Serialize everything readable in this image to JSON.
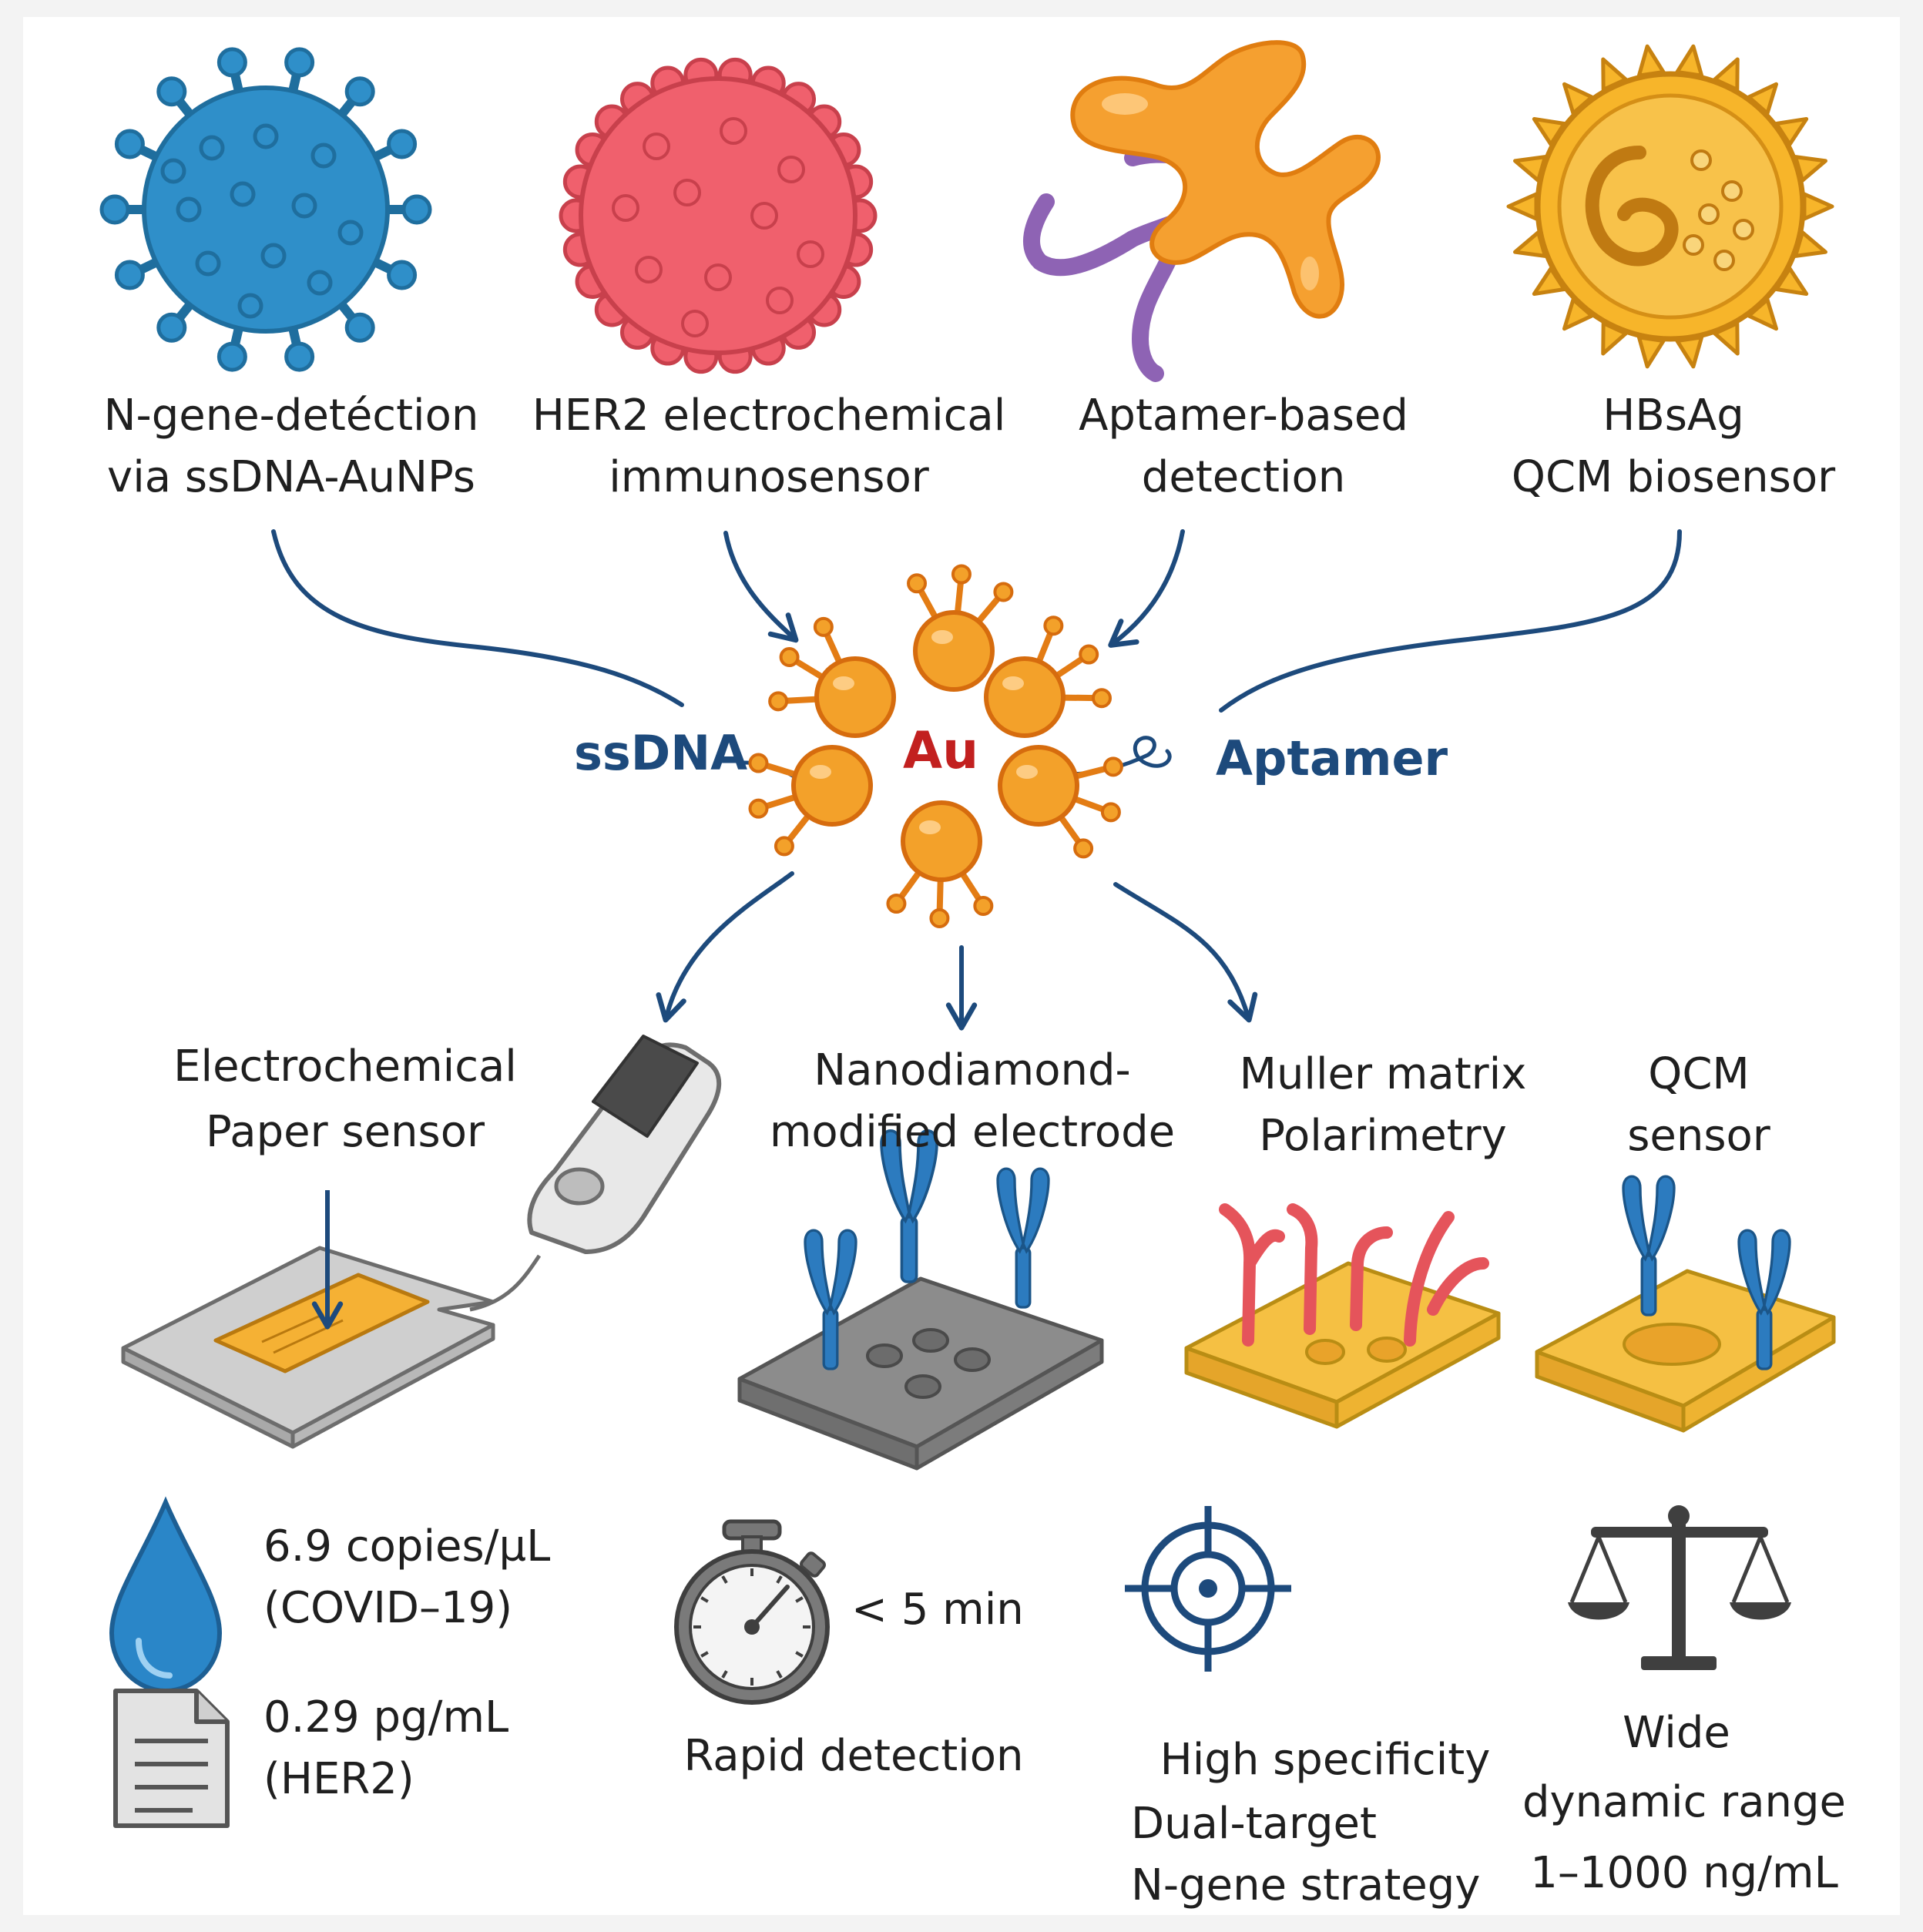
{
  "colors": {
    "virus_blue": "#2f8fc9",
    "virus_pink": "#f0606d",
    "aptamer_orange": "#f5a030",
    "hbsag_gold": "#f7b52a",
    "gold_particle": "#f3a12a",
    "arrow_navy": "#1d4a7c",
    "antibody_blue": "#2c7bbf",
    "substrate_gold": "#f5c043",
    "substrate_gray": "#8c8c8c"
  },
  "top": {
    "items": [
      {
        "line1": "N-gene-detéction",
        "line2": "via ssDNA-AuNPs",
        "icon": "coronavirus-icon"
      },
      {
        "line1": "HER2 electrochemical",
        "line2": "immunosensor",
        "icon": "her2-cell-icon"
      },
      {
        "line1": "Aptamer-based",
        "line2": "detection",
        "icon": "aptamer-molecule-icon"
      },
      {
        "line1": "HBsAg",
        "line2": "QCM biosensor",
        "icon": "hbsag-virus-icon"
      }
    ]
  },
  "center": {
    "au_label": "Au",
    "left_label": "ssDNA",
    "right_label": "Aptamer"
  },
  "platforms": {
    "items": [
      {
        "line1": "Electrochemical",
        "line2": "Paper sensor",
        "icon": "paper-sensor-reader-icon"
      },
      {
        "line1": "Nanodiamond-",
        "line2": "modified electrode",
        "icon": "nanodiamond-electrode-icon"
      },
      {
        "line1": "Muller matrix",
        "line2": "Polarimetry",
        "icon": "polarimetry-substrate-icon"
      },
      {
        "line1": "QCM",
        "line2": "sensor",
        "icon": "qcm-substrate-icon"
      }
    ]
  },
  "metrics": {
    "lod1": {
      "value": "6.9 copies/µL",
      "note": "(COVID–19)",
      "icon": "droplet-icon"
    },
    "lod2": {
      "value": "0.29 pg/mL",
      "note": "(HER2)",
      "icon": "document-icon"
    },
    "rapid": {
      "value": "< 5 min",
      "label": "Rapid detection",
      "icon": "stopwatch-icon"
    },
    "specificity": {
      "line1": "High specificity",
      "line2": "Dual-target",
      "line3": "N-gene strategy",
      "icon": "target-icon"
    },
    "range": {
      "line1": "Wide",
      "line2": "dynamic range",
      "line3": "1–1000 ng/mL",
      "icon": "balance-scale-icon"
    }
  }
}
